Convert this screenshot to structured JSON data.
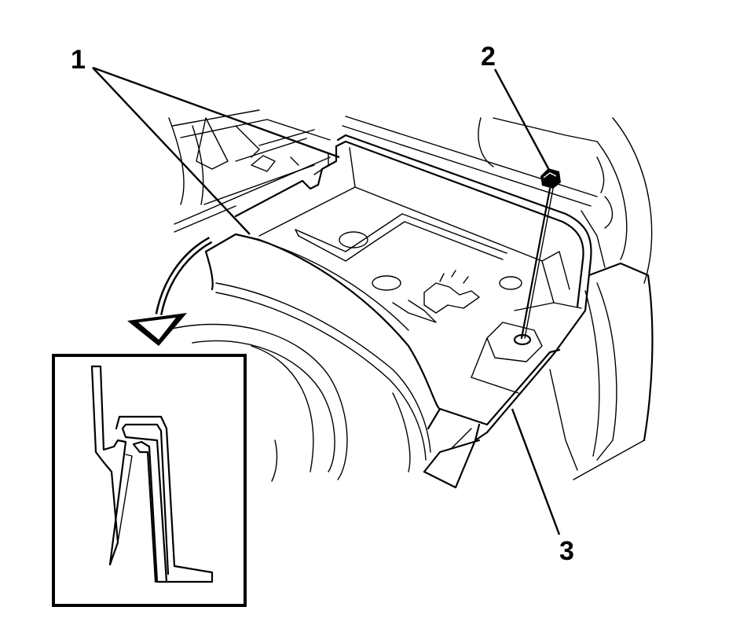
{
  "callouts": {
    "c1": "1",
    "c2": "2",
    "c3": "3"
  },
  "colors": {
    "line": "#000000",
    "background": "#ffffff"
  },
  "icons": {
    "bolt": "bolt-icon",
    "arrow": "curved-arrow-icon"
  }
}
